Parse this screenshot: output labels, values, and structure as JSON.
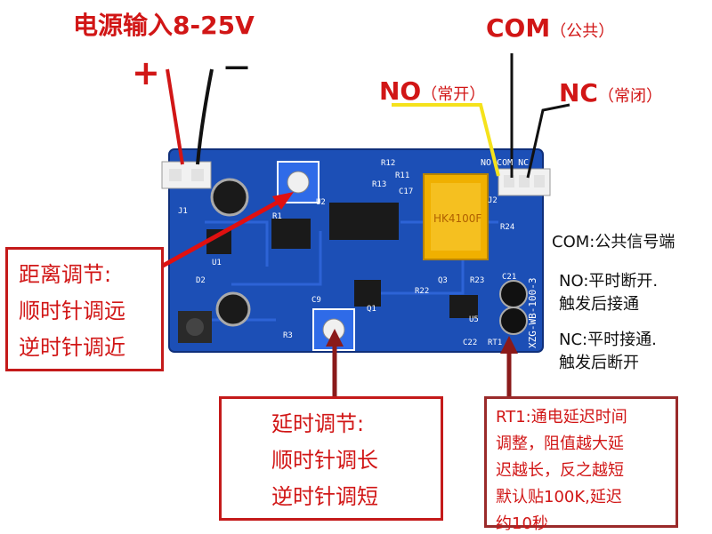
{
  "power_input": {
    "title": "电源输入8-25V",
    "plus": "+",
    "minus": "—"
  },
  "com_label": {
    "text": "COM",
    "sub": "（公共）"
  },
  "no_label": {
    "text": "NO",
    "sub": "（常开）"
  },
  "nc_label": {
    "text": "NC",
    "sub": "（常闭）"
  },
  "board": {
    "connector_top": "NO COM NC",
    "relay_text": "HK4100F",
    "sensor_label": "XZG-WB-100-3",
    "components": [
      "J1",
      "J2",
      "RT1",
      "R24",
      "R13",
      "R12",
      "R11",
      "U2",
      "U5",
      "Q3",
      "R23",
      "C21",
      "C17",
      "C9",
      "D2",
      "Q1",
      "R22",
      "C22",
      "U1",
      "R3",
      "R1"
    ],
    "colors": {
      "pcb": "#1c4fb6",
      "relay": "#f0b000",
      "trace": "#2d63d6"
    }
  },
  "info_right": {
    "com": "COM:公共信号端",
    "no_line1": "NO:平时断开.",
    "no_line2": "触发后接通",
    "nc_line1": "NC:平时接通.",
    "nc_line2": "触发后断开"
  },
  "distance_box": {
    "line1": "距离调节:",
    "line2": "顺时针调远",
    "line3": "逆时针调近"
  },
  "delay_box": {
    "line1": "延时调节:",
    "line2": "顺时针调长",
    "line3": "逆时针调短"
  },
  "rt1_box": {
    "line1": "RT1:通电延迟时间",
    "line2": "调整，阻值越大延",
    "line3": "迟越长，反之越短",
    "line4": "默认贴100K,延迟",
    "line5": "约10秒"
  }
}
